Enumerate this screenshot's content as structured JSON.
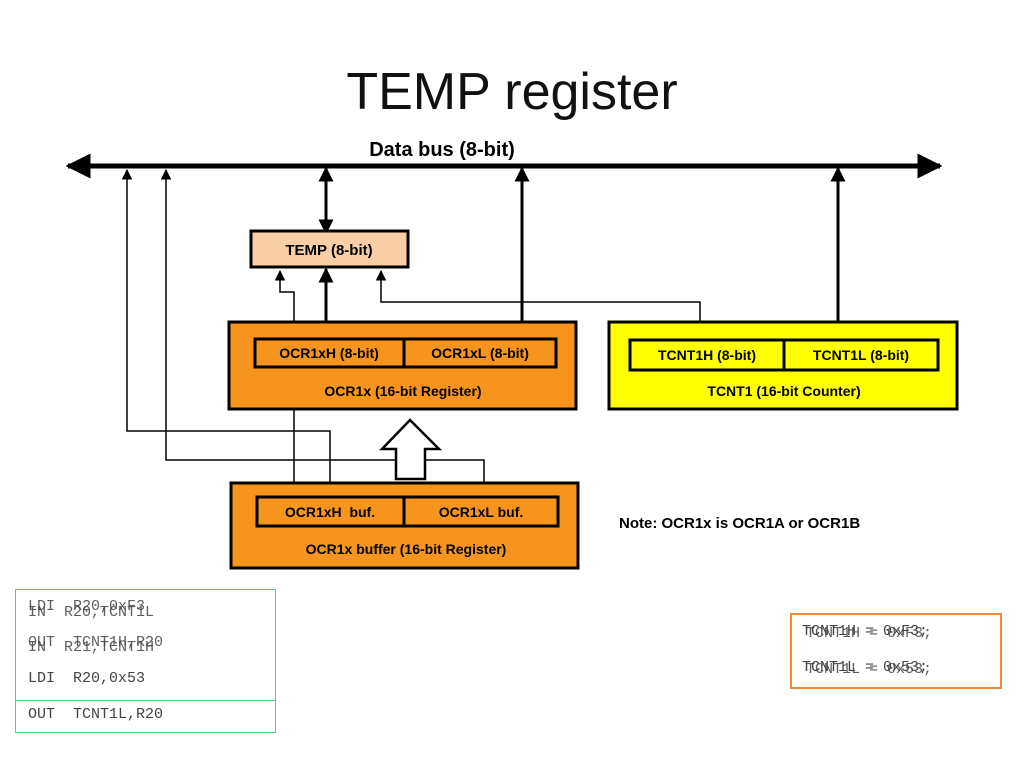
{
  "title": "TEMP register",
  "bus": {
    "label": "Data bus (8-bit)"
  },
  "temp": {
    "label": "TEMP (8-bit)"
  },
  "ocr": {
    "high": "OCR1xH (8-bit)",
    "low": "OCR1xL (8-bit)",
    "caption": "OCR1x (16-bit Register)"
  },
  "tcnt": {
    "high": "TCNT1H (8-bit)",
    "low": "TCNT1L (8-bit)",
    "caption": "TCNT1 (16-bit Counter)"
  },
  "buffer": {
    "high": "OCR1xH  buf.",
    "low": "OCR1xL buf.",
    "caption": "OCR1x buffer (16-bit Register)"
  },
  "note": "Note: OCR1x is OCR1A or OCR1B",
  "code_left": {
    "back_lines": [
      "IN  R20,TCNT1L",
      "IN  R21,TCNT1H"
    ],
    "lines": [
      "LDI  R20,0xF3",
      "OUT  TCNT1H,R20",
      "LDI  R20,0x53",
      "OUT  TCNT1L,R20"
    ]
  },
  "code_right": {
    "back_lines": [
      "TCNT1H = 0xF3;",
      "TCNT1L = 0x53;"
    ],
    "lines": [
      "TCNT1H = 0xF3;",
      "TCNT1L = 0x53;"
    ]
  },
  "colors": {
    "orange": "#f7941d",
    "yellow": "#ffff00",
    "temp_fill": "#fbcfa6",
    "code_green": "#4cd86a",
    "code_orange": "#ef8a3c"
  }
}
